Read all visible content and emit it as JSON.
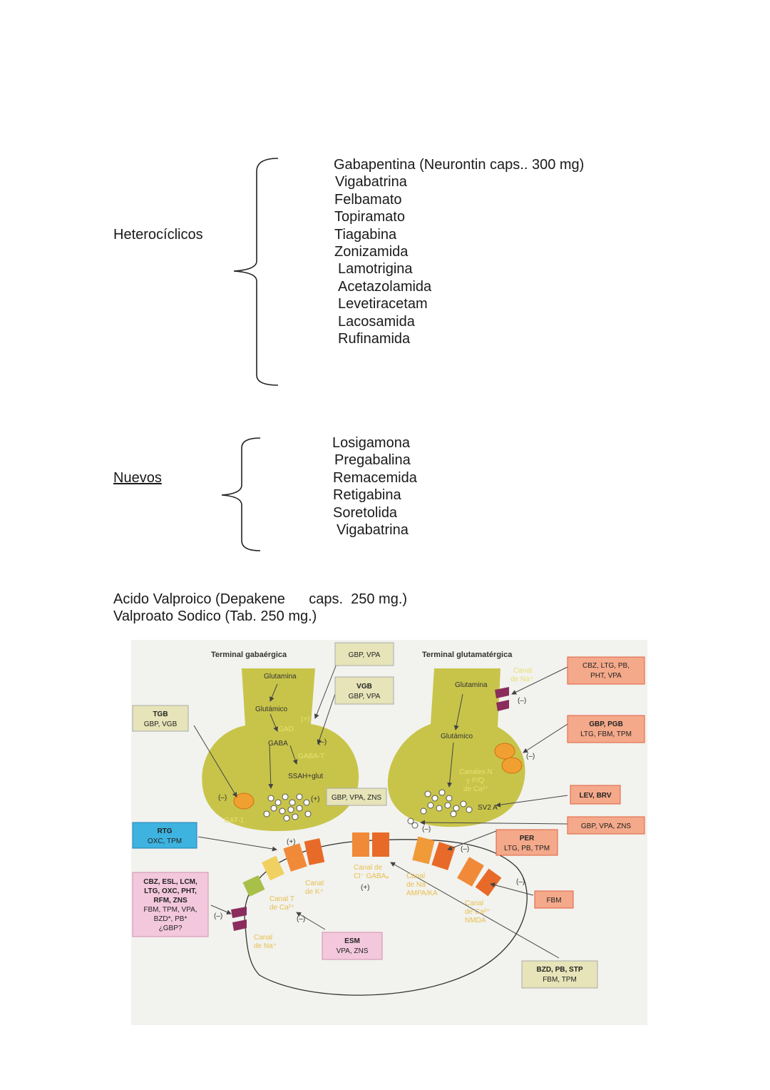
{
  "sections": {
    "heterociclicos": {
      "label": "Heterocíclicos",
      "items": [
        "Gabapentina (Neurontin caps.. 300 mg)",
        "Vigabatrina",
        "Felbamato",
        "Topiramato",
        "Tiagabina",
        "Zonizamida",
        "Lamotrigina",
        "Acetazolamida",
        "Levetiracetam",
        "Lacosamida",
        "Rufinamida"
      ]
    },
    "nuevos": {
      "label": "Nuevos",
      "items": [
        "Losigamona",
        "Pregabalina",
        "Remacemida",
        "Retigabina",
        "Soretolida",
        "Vigabatrina"
      ]
    }
  },
  "valproato": {
    "line1": "Acido Valproico (Depakene      caps.  250 mg.)",
    "line2": "Valproato Sodico (Tab. 250 mg.)"
  },
  "figure": {
    "terminal_gaba": "Terminal gabaérgica",
    "terminal_glut": "Terminal glutamatérgica",
    "left": {
      "glutamina": "Glutamina",
      "glutamico": "Glutámico",
      "gad": "GAD",
      "gaba": "GABA",
      "gaba_t": "GABA-T",
      "ssah": "SSAH+glut",
      "gat1": "GAT-1"
    },
    "right": {
      "glutamina": "Glutamina",
      "glutamico": "Glutámico",
      "canales_1": "Canales N",
      "canales_2": "y P/Q",
      "canales_3": "de Ca²⁺",
      "sv2a": "SV2 A",
      "canal_na_1": "Canal",
      "canal_na_2": "de Na⁺"
    },
    "post": {
      "canal_t_1": "Canal T",
      "canal_t_2": "de Ca²⁺",
      "canal_k_1": "Canal",
      "canal_k_2": "de K⁺",
      "canal_cl_1": "Canal de",
      "canal_cl_2": "Cl⁻ GABAₐ",
      "canal_ampa_1": "Canal",
      "canal_ampa_2": "de Na⁺",
      "canal_ampa_3": "AMPA/KA",
      "canal_nmda_1": "Canal",
      "canal_nmda_2": "de Ca²⁺",
      "canal_nmda_3": "NMDA",
      "canal_na_1": "Canal",
      "canal_na_2": "de Na⁺"
    },
    "signs": {
      "plus": "(+)",
      "minus": "(–)"
    },
    "boxes": {
      "gbp_vpa": "GBP, VPA",
      "vgb_1": "VGB",
      "vgb_2": "GBP, VPA",
      "tgb_1": "TGB",
      "tgb_2": "GBP, VGB",
      "gbp_vpa_zns": "GBP, VPA, ZNS",
      "cbz_1": "CBZ, LTG, PB,",
      "cbz_2": "PHT, VPA",
      "gbp_pgb_1": "GBP, PGB",
      "gbp_pgb_2": "LTG, FBM, TPM",
      "lev": "LEV, BRV",
      "gbp_vpa_zns_r": "GBP, VPA, ZNS",
      "rtg_1": "RTG",
      "rtg_2": "OXC, TPM",
      "per_1": "PER",
      "per_2": "LTG, PB, TPM",
      "fbm": "FBM",
      "pink_1": "CBZ, ESL, LCM,",
      "pink_2": "LTG, OXC, PHT,",
      "pink_3": "RFM, ZNS",
      "pink_4": "FBM, TPM, VPA,",
      "pink_5": "BZD*, PB*",
      "pink_6": "¿GBP?",
      "esm_1": "ESM",
      "esm_2": "VPA, ZNS",
      "bzd_1": "BZD, PB, STP",
      "bzd_2": "FBM, TPM"
    },
    "colors": {
      "olive": "#c8c44a",
      "panel": "#f2f2ee",
      "orange": "#e8742a",
      "box_olive": "#e6e4b8",
      "box_salmon": "#f4a98a",
      "box_blue": "#3fb3e0",
      "box_pink": "#f3c8dc",
      "purple": "#8a2d5c"
    }
  }
}
